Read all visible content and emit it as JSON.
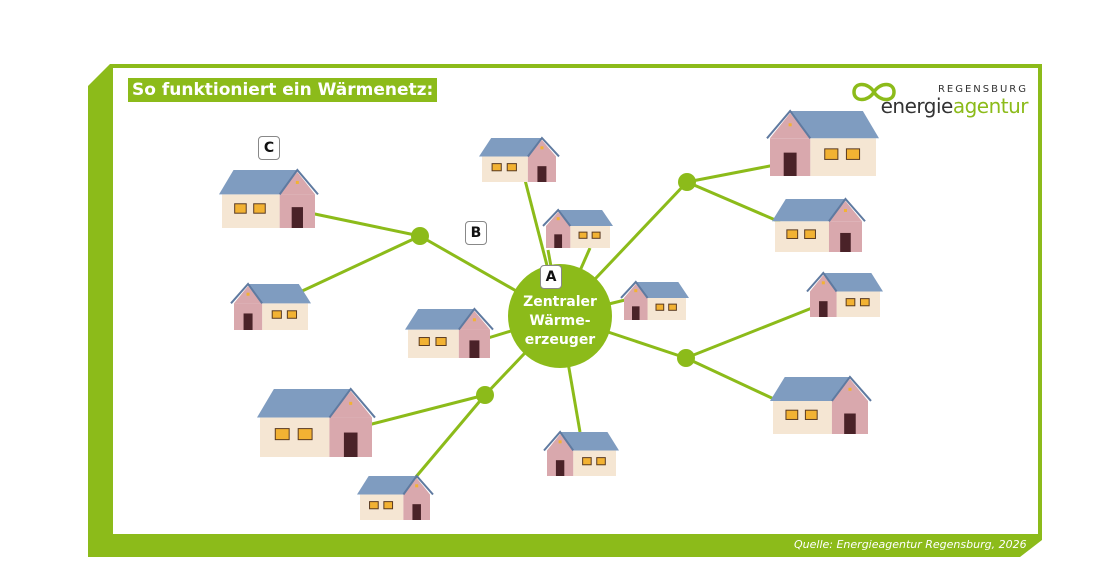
{
  "title": "So funktioniert ein Wärmenetz:",
  "logo": {
    "region": "REGENSBURG",
    "name_dark": "energie",
    "name_green": "agentur"
  },
  "hub": {
    "line1": "Zentraler",
    "line2": "Wärme-",
    "line3": "erzeuger"
  },
  "labels": {
    "a": "A",
    "b": "B",
    "c": "C"
  },
  "source": "Quelle: Energieagentur Regensburg, 2026",
  "colors": {
    "green": "#8cbb1a",
    "roof": "#7f9cc0",
    "wall_light": "#f5e6d3",
    "wall_pink": "#d9a8ad",
    "door": "#4a2228",
    "window": "#f2b233"
  }
}
